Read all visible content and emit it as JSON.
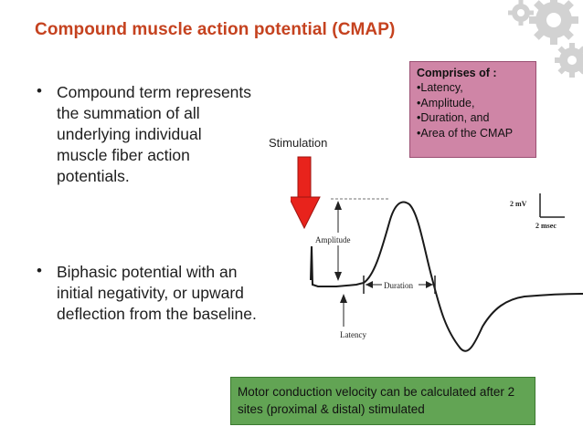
{
  "title": "Compound muscle action potential (CMAP)",
  "bullets": [
    "Compound term represents the summation of all underlying individual muscle fiber action potentials.",
    "Biphasic potential with an initial negativity, or upward deflection from the baseline."
  ],
  "bullet_symbol": "•",
  "comprises": {
    "heading": "Comprises of :",
    "items": [
      "•Latency,",
      "•Amplitude,",
      "•Duration, and",
      "•Area of the CMAP"
    ]
  },
  "stimulation_label": "Stimulation",
  "figure": {
    "amplitude_label": "Amplitude",
    "duration_label": "Duration",
    "latency_label": "Latency",
    "scale_voltage": "2 mV",
    "scale_time": "2 msec"
  },
  "motor_note": "Motor conduction velocity can be calculated after 2 sites (proximal & distal) stimulated",
  "colors": {
    "title": "#c5421f",
    "comprises_box": "#cf85a6",
    "motor_box": "#62a454",
    "stimulation_arrow": "#e8231c"
  },
  "icons": [
    "gear-icon"
  ]
}
